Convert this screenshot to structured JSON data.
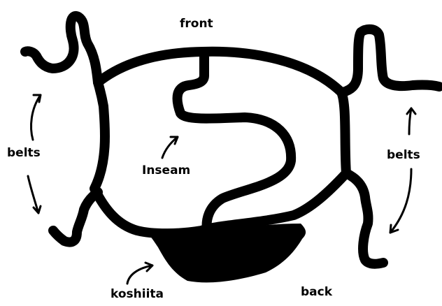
{
  "labels": {
    "front": "front",
    "belts_left": "belts",
    "belts_right": "belts",
    "inseam": "Inseam",
    "back": "back",
    "koshiita": "koshiita"
  },
  "colors": {
    "ink": "#000000",
    "background": "#ffffff"
  }
}
